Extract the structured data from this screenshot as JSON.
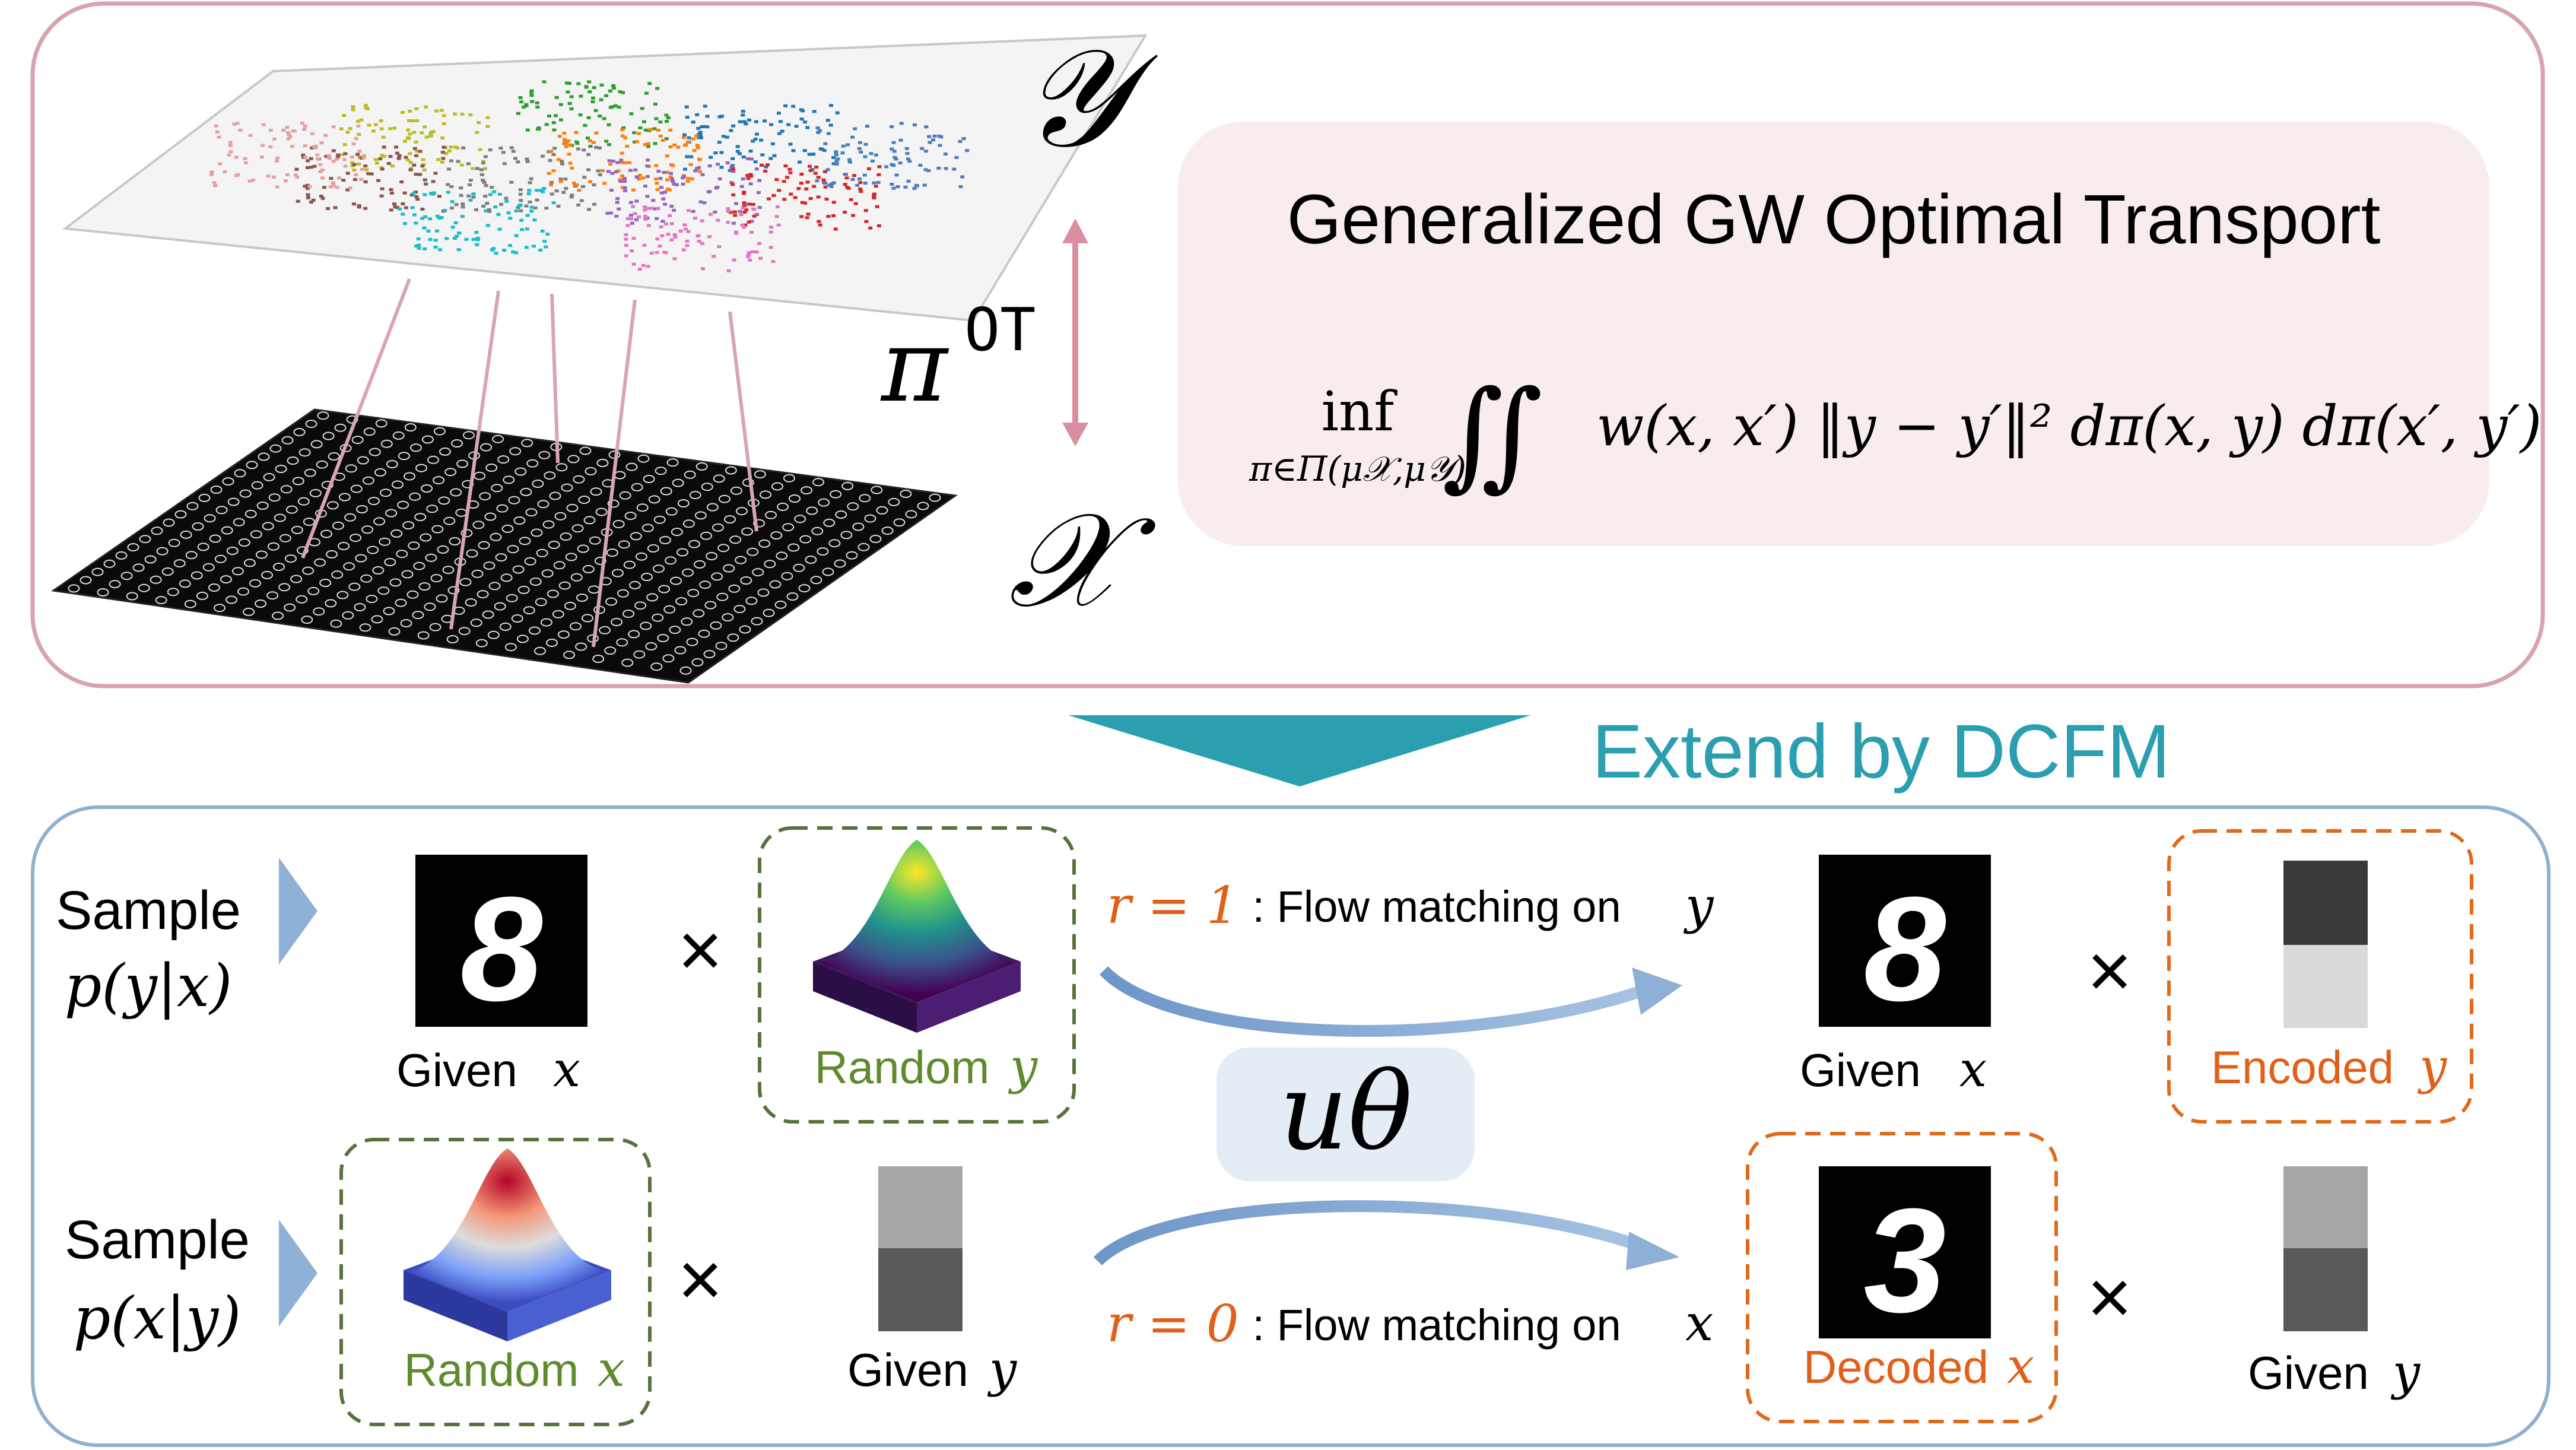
{
  "top_panel": {
    "set_y": "𝒴",
    "set_x": "𝒳",
    "pi_symbol": "π",
    "pi_superscript": "OT",
    "formula_box": {
      "title": "Generalized GW Optimal Transport",
      "inf": "inf",
      "inf_subscript": "π∈Π(μ𝒳,μ𝒴)",
      "integral": "∬",
      "integrand": "w(x, x′) ‖y − y′‖² dπ(x, y) dπ(x′, y′)"
    }
  },
  "transition": {
    "label": "Extend by DCFM"
  },
  "bottom_panel": {
    "row1": {
      "sample_word": "Sample",
      "sample_dist": "p(y|x)",
      "given_label_word": "Given",
      "given_label_var": "x",
      "times": "×",
      "random_label_word": "Random",
      "random_label_var": "y",
      "flow_r": "r = 1",
      "flow_text": " : Flow matching on ",
      "flow_var": "y",
      "output_given_word": "Given",
      "output_given_var": "x",
      "times2": "×",
      "encoded_label_word": "Encoded",
      "encoded_label_var": "y",
      "digit": "8"
    },
    "center_operator": "uθ",
    "row2": {
      "sample_word": "Sample",
      "sample_dist": "p(x|y)",
      "random_label_word": "Random",
      "random_label_var": "x",
      "times": "×",
      "given_label_word": "Given",
      "given_label_var": "y",
      "flow_r": "r = 0",
      "flow_text": " : Flow matching on ",
      "flow_var": "x",
      "decoded_label_word": "Decoded",
      "decoded_label_var": "x",
      "times2": "×",
      "output_given_word": "Given",
      "output_given_var": "y",
      "digit": "3"
    }
  },
  "colors": {
    "top_border": "#d9a3ad",
    "formula_bg": "#f8eced",
    "arrow_pink": "#d98fa0",
    "teal": "#2b9fb0",
    "bottom_border": "#8fb0d0",
    "chevron": "#8fb1d6",
    "dash_green": "#55733a",
    "dash_orange": "#e06a1c",
    "text_green": "#5f8a2e",
    "text_orange": "#e0601a",
    "flow_arrow": "#8fb0d6",
    "u_box": "#e4ecf6"
  }
}
